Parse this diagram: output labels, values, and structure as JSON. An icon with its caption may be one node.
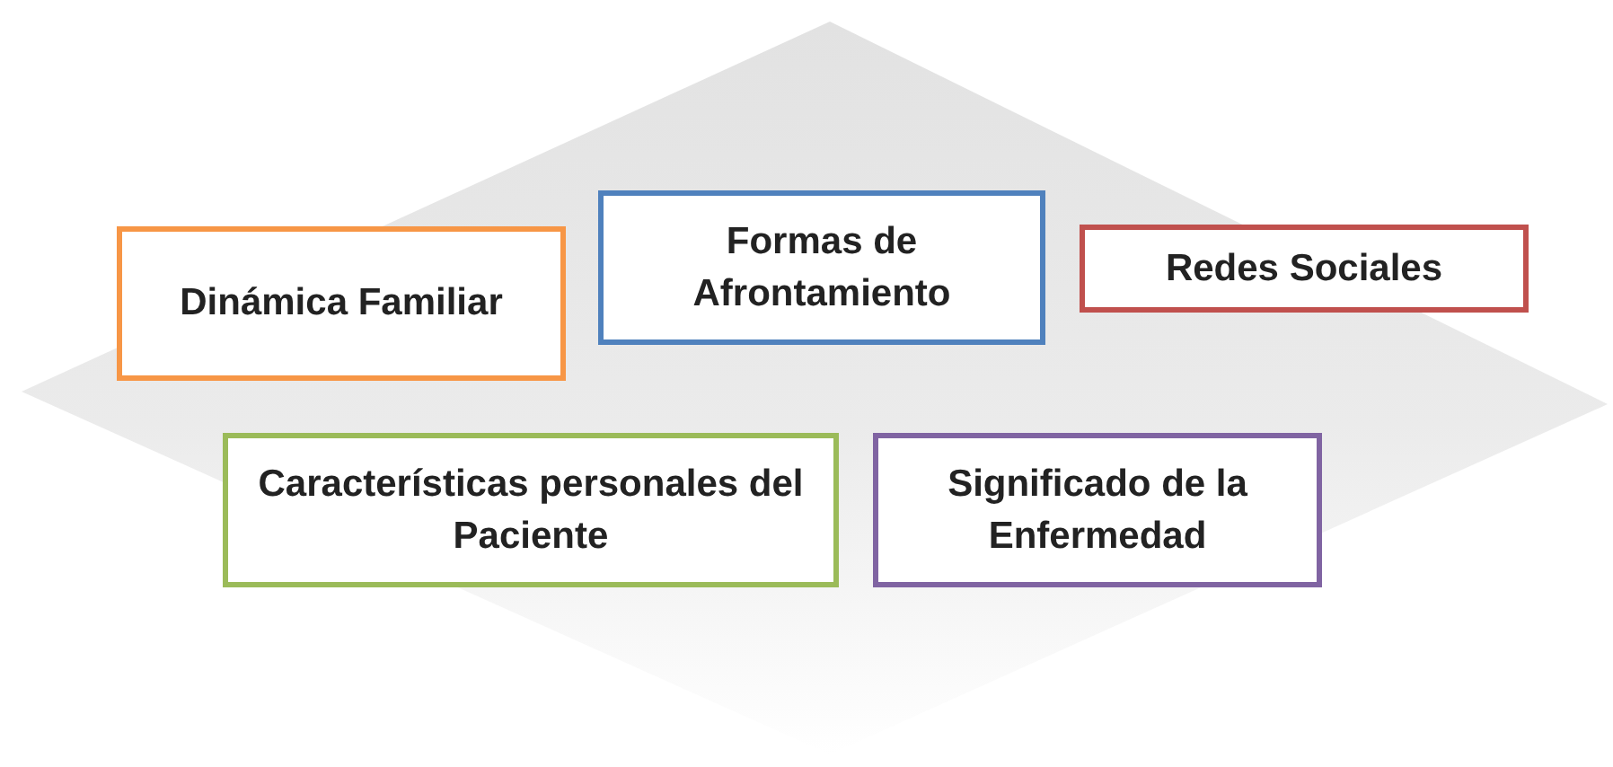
{
  "diagram": {
    "nodes": [
      {
        "text": [
          "Dinámica Familiar"
        ]
      },
      {
        "text": [
          "Formas de Afrontamiento"
        ]
      },
      {
        "text": [
          "Redes Sociales"
        ]
      },
      {
        "text": [
          "Características personales del Paciente"
        ]
      },
      {
        "text": [
          "Significado de la Enfermedad"
        ]
      }
    ]
  }
}
